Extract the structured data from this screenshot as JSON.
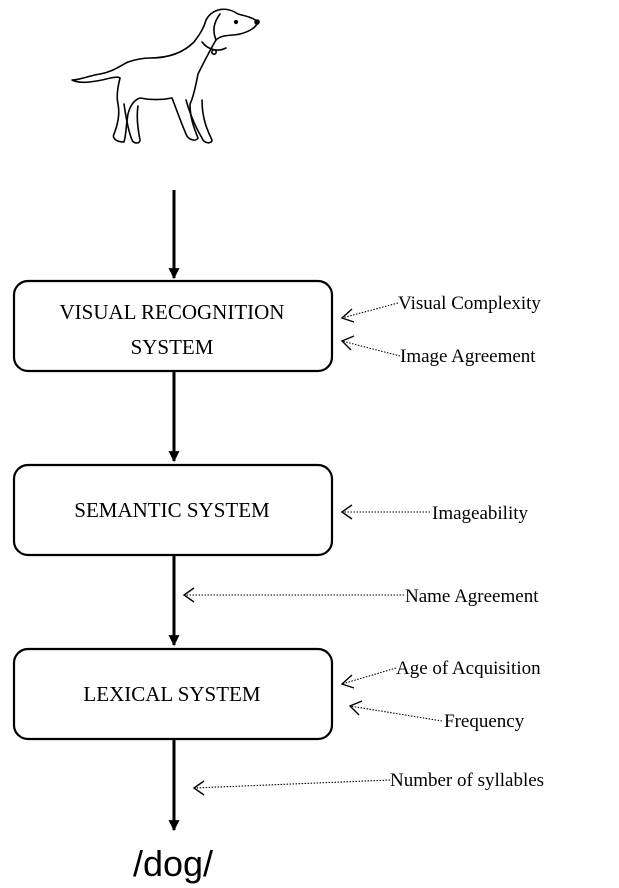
{
  "stimulus_icon": "dog-illustration",
  "boxes": {
    "visual_recognition": {
      "line1": "VISUAL RECOGNITION",
      "line2": "SYSTEM"
    },
    "semantic": {
      "label": "SEMANTIC SYSTEM"
    },
    "lexical": {
      "label": "LEXICAL SYSTEM"
    }
  },
  "factors": {
    "visual_complexity": "Visual Complexity",
    "image_agreement": "Image Agreement",
    "imageability": "Imageability",
    "name_agreement": "Name Agreement",
    "age_of_acquisition": "Age of Acquisition",
    "frequency": "Frequency",
    "number_of_syllables": "Number of syllables"
  },
  "output_word": "/dog/"
}
